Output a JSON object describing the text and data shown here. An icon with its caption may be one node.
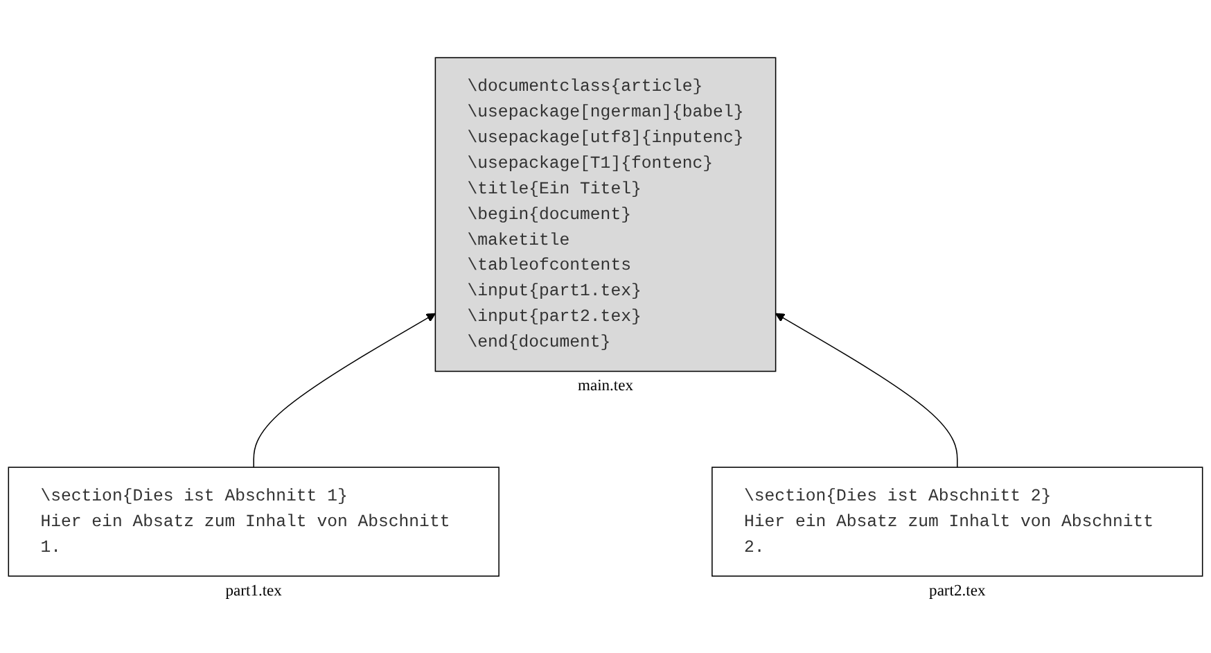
{
  "diagram": {
    "nodes": [
      {
        "text": [
          "\\documentclass{article}",
          "\\usepackage[ngerman]{babel}",
          "\\usepackage[utf8]{inputenc}",
          "\\usepackage[T1]{fontenc}",
          "\\title{Ein Titel}",
          "\\begin{document}",
          "\\maketitle",
          "\\tableofcontents",
          "\\input{part1.tex}",
          "\\input{part2.tex}",
          "\\end{document}"
        ],
        "beside": [
          "main.tex"
        ]
      },
      {
        "text": [
          "\\section{Dies ist Abschnitt 1}",
          "Hier ein Absatz zum Inhalt von Abschnitt 1."
        ],
        "beside": [
          "part1.tex"
        ]
      },
      {
        "text": [
          "\\section{Dies ist Abschnitt 2}",
          "Hier ein Absatz zum Inhalt von Abschnitt 2."
        ],
        "beside": [
          "part2.tex"
        ]
      }
    ],
    "edges": [
      {
        "from": 1,
        "to": 0,
        "arrow": "to"
      },
      {
        "from": 2,
        "to": 0,
        "arrow": "to"
      }
    ]
  }
}
